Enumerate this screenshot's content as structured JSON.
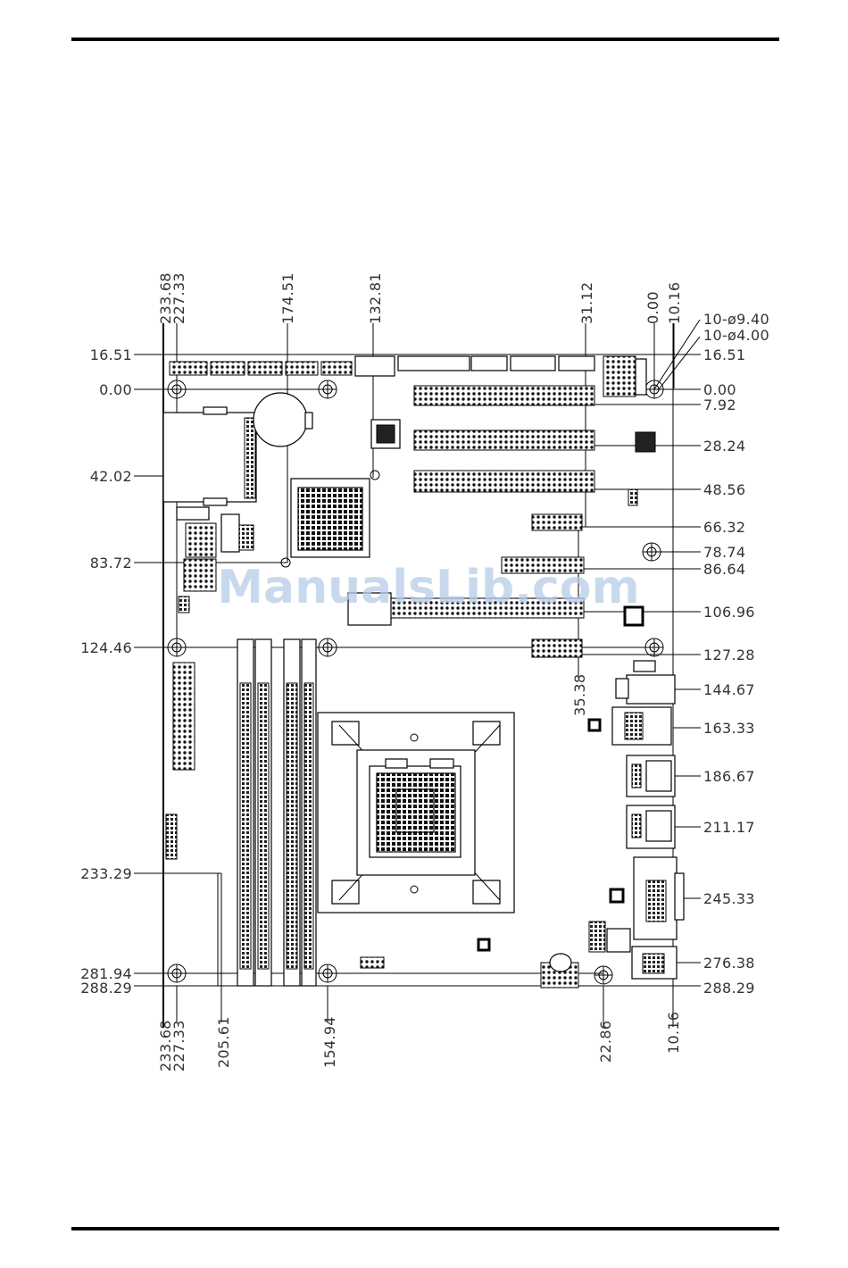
{
  "watermark": "ManualsLib.com",
  "labels_top": [
    "233.68",
    "227.33",
    "174.51",
    "132.81",
    "31.12",
    "0.00",
    "10.16"
  ],
  "labels_bottom": [
    "233.68",
    "227.33",
    "205.61",
    "154.94",
    "22.86",
    "10.16"
  ],
  "label_mid_vertical": "35.38",
  "hole_callouts": [
    "10-ø9.40",
    "10-ø4.00"
  ],
  "labels_left": [
    "16.51",
    "0.00",
    "42.02",
    "83.72",
    "124.46",
    "233.29",
    "281.94",
    "288.29"
  ],
  "labels_right": [
    "16.51",
    "0.00",
    "7.92",
    "28.24",
    "48.56",
    "66.32",
    "78.74",
    "86.64",
    "106.96",
    "127.28",
    "144.67",
    "163.33",
    "186.67",
    "211.17",
    "245.33",
    "276.38",
    "288.29"
  ]
}
